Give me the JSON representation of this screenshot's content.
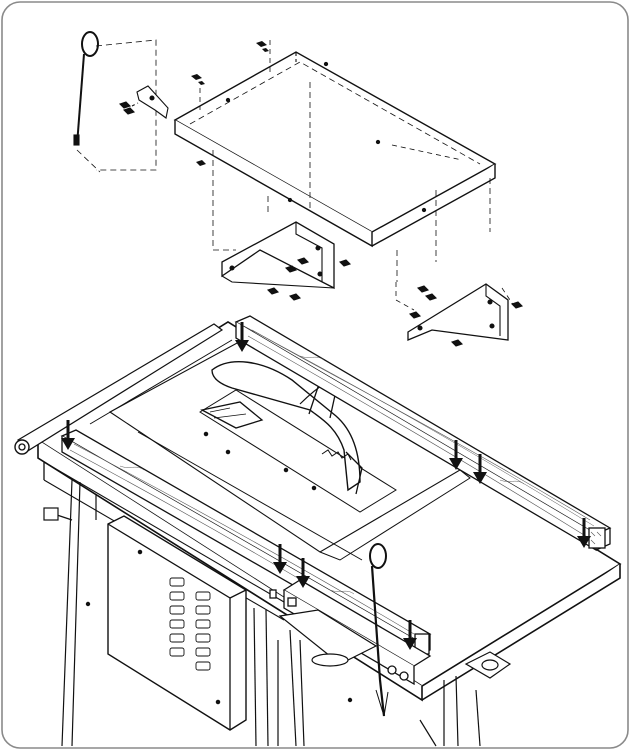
{
  "diagram": {
    "type": "exploded-assembly-illustration",
    "components": [
      "locking-pin-top-left",
      "small-bracket",
      "extension-table-panel",
      "left-support-bracket",
      "right-support-bracket",
      "table-saw-main-table",
      "saw-blade-guard",
      "wooden-rail-rear",
      "wooden-rail-front",
      "locking-pin-front",
      "control-panel-cabinet",
      "front-guide-tube",
      "stand-legs"
    ],
    "arrow_count": 8
  },
  "colors": {
    "line": "#111111",
    "paper": "#ffffff",
    "frame_border": "#8a8a8a",
    "wood_grain": "#555555",
    "shadow": "#dddddd"
  }
}
